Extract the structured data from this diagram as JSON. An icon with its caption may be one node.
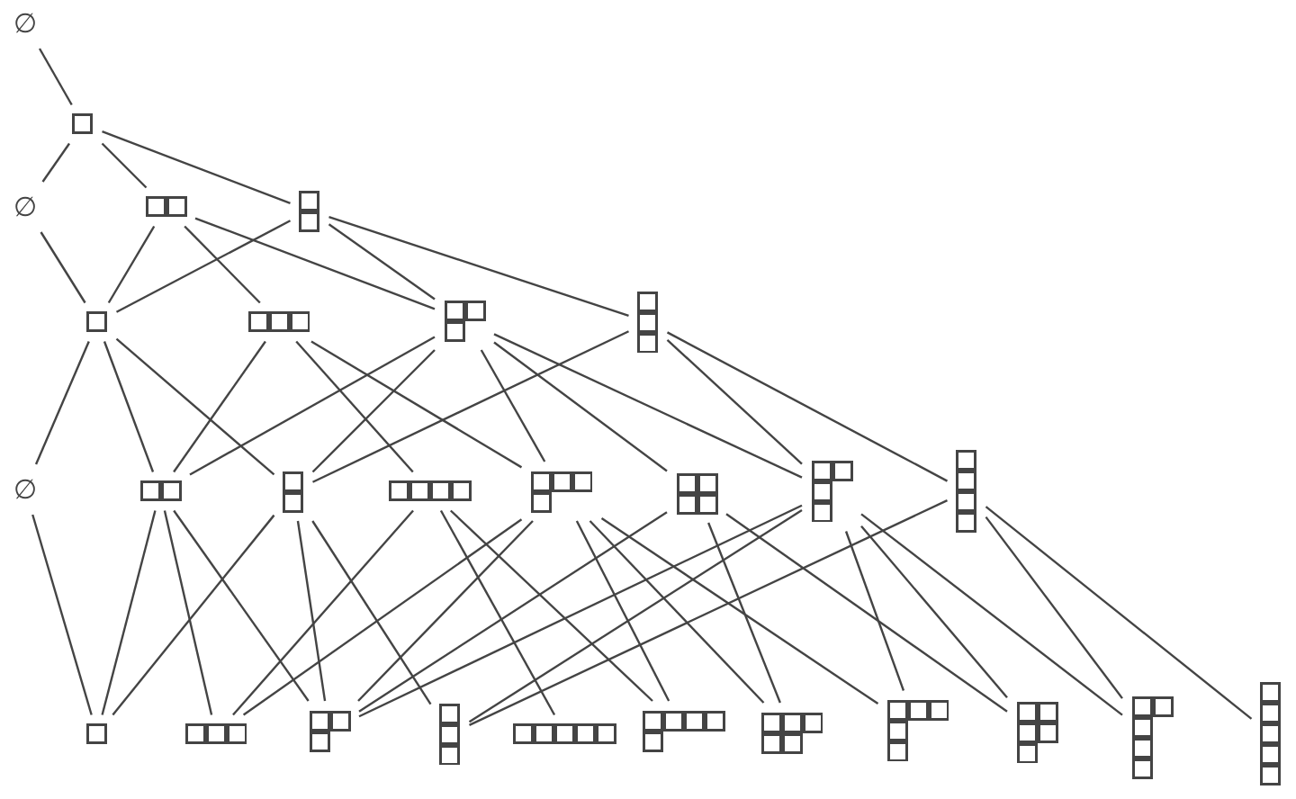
{
  "diagram": {
    "nodes": [
      {
        "text": [
          "∅"
        ]
      },
      {
        "text": [],
        "shape": "box"
      },
      {
        "text": [
          "∅"
        ]
      },
      {
        "text": [],
        "shape": "picture"
      },
      {
        "text": [],
        "shape": "picture"
      },
      {
        "text": [],
        "shape": "box"
      },
      {
        "text": [],
        "shape": "picture"
      },
      {
        "text": [],
        "shape": "picture"
      },
      {
        "text": [],
        "shape": "picture"
      },
      {
        "text": [
          "∅"
        ]
      },
      {
        "text": [],
        "shape": "picture"
      },
      {
        "text": [],
        "shape": "picture"
      },
      {
        "text": [],
        "shape": "picture"
      },
      {
        "text": [],
        "shape": "picture"
      },
      {
        "text": [],
        "shape": "picture"
      },
      {
        "text": [],
        "shape": "picture"
      },
      {
        "text": [],
        "shape": "picture"
      },
      {
        "text": [],
        "shape": "box"
      },
      {
        "text": [],
        "shape": "picture"
      },
      {
        "text": [],
        "shape": "picture"
      },
      {
        "text": [],
        "shape": "picture"
      },
      {
        "text": [],
        "shape": "picture"
      },
      {
        "text": [],
        "shape": "picture"
      },
      {
        "text": [],
        "shape": "picture"
      },
      {
        "text": [],
        "shape": "picture"
      },
      {
        "text": [],
        "shape": "picture"
      },
      {
        "text": [],
        "shape": "picture"
      },
      {
        "text": [],
        "shape": "picture"
      }
    ],
    "edges": [
      {
        "from": 0,
        "to": 1,
        "arrow": "none"
      },
      {
        "from": 1,
        "to": 2,
        "arrow": "none"
      },
      {
        "from": 1,
        "to": 3,
        "arrow": "none"
      },
      {
        "from": 1,
        "to": 4,
        "arrow": "none"
      },
      {
        "from": 2,
        "to": 5,
        "arrow": "none"
      },
      {
        "from": 3,
        "to": 5,
        "arrow": "none"
      },
      {
        "from": 3,
        "to": 6,
        "arrow": "none"
      },
      {
        "from": 3,
        "to": 7,
        "arrow": "none"
      },
      {
        "from": 4,
        "to": 5,
        "arrow": "none"
      },
      {
        "from": 4,
        "to": 7,
        "arrow": "none"
      },
      {
        "from": 4,
        "to": 8,
        "arrow": "none"
      },
      {
        "from": 5,
        "to": 9,
        "arrow": "none"
      },
      {
        "from": 5,
        "to": 10,
        "arrow": "none"
      },
      {
        "from": 5,
        "to": 11,
        "arrow": "none"
      },
      {
        "from": 6,
        "to": 10,
        "arrow": "none"
      },
      {
        "from": 6,
        "to": 12,
        "arrow": "none"
      },
      {
        "from": 6,
        "to": 13,
        "arrow": "none"
      },
      {
        "from": 7,
        "to": 10,
        "arrow": "none"
      },
      {
        "from": 7,
        "to": 11,
        "arrow": "none"
      },
      {
        "from": 7,
        "to": 13,
        "arrow": "none"
      },
      {
        "from": 7,
        "to": 14,
        "arrow": "none"
      },
      {
        "from": 7,
        "to": 15,
        "arrow": "none"
      },
      {
        "from": 8,
        "to": 11,
        "arrow": "none"
      },
      {
        "from": 8,
        "to": 15,
        "arrow": "none"
      },
      {
        "from": 8,
        "to": 16,
        "arrow": "none"
      },
      {
        "from": 9,
        "to": 17,
        "arrow": "none"
      },
      {
        "from": 10,
        "to": 17,
        "arrow": "none"
      },
      {
        "from": 10,
        "to": 18,
        "arrow": "none"
      },
      {
        "from": 10,
        "to": 19,
        "arrow": "none"
      },
      {
        "from": 11,
        "to": 17,
        "arrow": "none"
      },
      {
        "from": 11,
        "to": 19,
        "arrow": "none"
      },
      {
        "from": 11,
        "to": 20,
        "arrow": "none"
      },
      {
        "from": 12,
        "to": 18,
        "arrow": "none"
      },
      {
        "from": 12,
        "to": 21,
        "arrow": "none"
      },
      {
        "from": 12,
        "to": 22,
        "arrow": "none"
      },
      {
        "from": 13,
        "to": 18,
        "arrow": "none"
      },
      {
        "from": 13,
        "to": 19,
        "arrow": "none"
      },
      {
        "from": 13,
        "to": 22,
        "arrow": "none"
      },
      {
        "from": 13,
        "to": 23,
        "arrow": "none"
      },
      {
        "from": 13,
        "to": 24,
        "arrow": "none"
      },
      {
        "from": 14,
        "to": 19,
        "arrow": "none"
      },
      {
        "from": 14,
        "to": 23,
        "arrow": "none"
      },
      {
        "from": 14,
        "to": 25,
        "arrow": "none"
      },
      {
        "from": 15,
        "to": 19,
        "arrow": "none"
      },
      {
        "from": 15,
        "to": 20,
        "arrow": "none"
      },
      {
        "from": 15,
        "to": 24,
        "arrow": "none"
      },
      {
        "from": 15,
        "to": 25,
        "arrow": "none"
      },
      {
        "from": 15,
        "to": 26,
        "arrow": "none"
      },
      {
        "from": 16,
        "to": 20,
        "arrow": "none"
      },
      {
        "from": 16,
        "to": 26,
        "arrow": "none"
      },
      {
        "from": 16,
        "to": 27,
        "arrow": "none"
      }
    ]
  }
}
